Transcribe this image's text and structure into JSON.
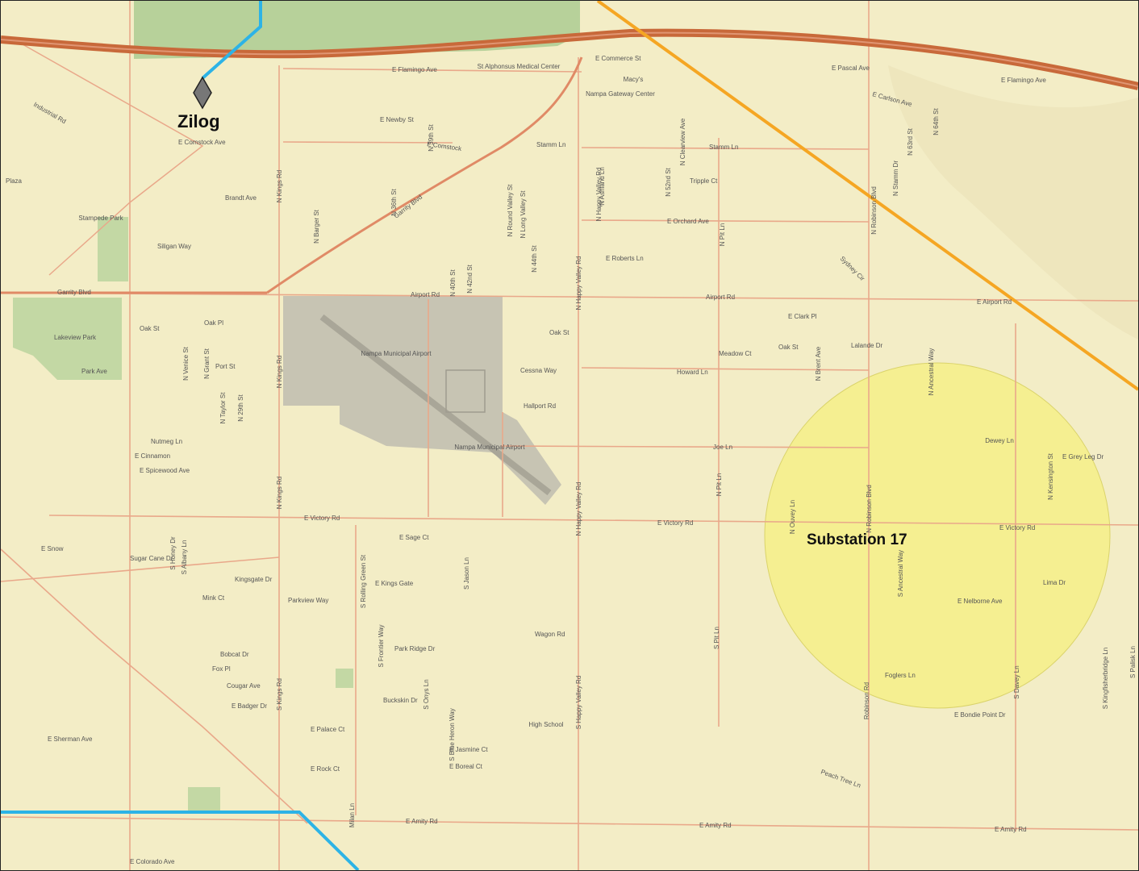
{
  "colors": {
    "background": "#f3edc6",
    "park": "#b7d19a",
    "airport": "#c7c4b3",
    "road": "#e9a88a",
    "interstate": "#c8693a",
    "orange_line": "#f5a623",
    "blue_line": "#2db3e6",
    "substation_fill": "#f5f07a",
    "marker": "#777777"
  },
  "markers": {
    "zilog": {
      "label": "Zilog",
      "icon": "diamond-marker-icon"
    },
    "substation": {
      "label": "Substation 17",
      "icon": "service-area-circle"
    }
  },
  "road_labels": [
    {
      "id": "e-flamingo-ave-w",
      "text": "E Flamingo Ave"
    },
    {
      "id": "e-flamingo-ave-e",
      "text": "E Flamingo Ave"
    },
    {
      "id": "e-commerce-st",
      "text": "E Commerce St"
    },
    {
      "id": "e-newby-st",
      "text": "E Newby St"
    },
    {
      "id": "e-comstock-ave-w",
      "text": "E Comstock Ave"
    },
    {
      "id": "e-comstock-ave-e",
      "text": "E Comstock"
    },
    {
      "id": "stamm-ln-w",
      "text": "Stamm Ln"
    },
    {
      "id": "stamm-ln-e",
      "text": "Stamm Ln"
    },
    {
      "id": "brandt-ave",
      "text": "Brandt Ave"
    },
    {
      "id": "garrity-blvd-ne",
      "text": "Garrity Blvd"
    },
    {
      "id": "garrity-blvd-w",
      "text": "Garrity Blvd"
    },
    {
      "id": "e-orchard-ave",
      "text": "E Orchard Ave"
    },
    {
      "id": "e-roberts-ln",
      "text": "E Roberts Ln"
    },
    {
      "id": "airport-rd-w",
      "text": "Airport Rd"
    },
    {
      "id": "airport-rd-c",
      "text": "Airport Rd"
    },
    {
      "id": "e-airport-rd",
      "text": "E Airport Rd"
    },
    {
      "id": "oak-st-w",
      "text": "Oak St"
    },
    {
      "id": "oak-st-c",
      "text": "Oak St"
    },
    {
      "id": "oak-st-e",
      "text": "Oak St"
    },
    {
      "id": "oak-pl",
      "text": "Oak Pl"
    },
    {
      "id": "port-st",
      "text": "Port St"
    },
    {
      "id": "cessna-way",
      "text": "Cessna Way"
    },
    {
      "id": "howard-ln",
      "text": "Howard Ln"
    },
    {
      "id": "meadow-ct",
      "text": "Meadow Ct"
    },
    {
      "id": "e-clark-pl",
      "text": "E Clark Pl"
    },
    {
      "id": "hallport-rd",
      "text": "Hallport Rd"
    },
    {
      "id": "joe-ln",
      "text": "Joe Ln"
    },
    {
      "id": "e-victory-rd-w",
      "text": "E Victory Rd"
    },
    {
      "id": "e-victory-rd-c",
      "text": "E Victory Rd"
    },
    {
      "id": "e-victory-rd-e",
      "text": "E Victory Rd"
    },
    {
      "id": "e-grey-leg-dr",
      "text": "E Grey Leg Dr"
    },
    {
      "id": "e-sage-ct",
      "text": "E Sage Ct"
    },
    {
      "id": "e-kings-gate",
      "text": "E Kings Gate"
    },
    {
      "id": "kingsgate-dr",
      "text": "Kingsgate Dr"
    },
    {
      "id": "parkview-way",
      "text": "Parkview Way"
    },
    {
      "id": "wagon-rd",
      "text": "Wagon Rd"
    },
    {
      "id": "park-ridge-dr",
      "text": "Park Ridge Dr"
    },
    {
      "id": "buckskin-dr",
      "text": "Buckskin Dr"
    },
    {
      "id": "mink-ct",
      "text": "Mink Ct"
    },
    {
      "id": "bobcat-dr",
      "text": "Bobcat Dr"
    },
    {
      "id": "fox-pl",
      "text": "Fox Pl"
    },
    {
      "id": "cougar-ave",
      "text": "Cougar Ave"
    },
    {
      "id": "e-badger-dr",
      "text": "E Badger Dr"
    },
    {
      "id": "e-palace-ct",
      "text": "E Palace Ct"
    },
    {
      "id": "e-rock-ct",
      "text": "E Rock Ct"
    },
    {
      "id": "e-jasmine-ct",
      "text": "E Jasmine Ct"
    },
    {
      "id": "e-boreal-ct",
      "text": "E Boreal Ct"
    },
    {
      "id": "e-sherman-ave",
      "text": "E Sherman Ave"
    },
    {
      "id": "e-amity-rd-w",
      "text": "E Amity Rd"
    },
    {
      "id": "e-amity-rd-c",
      "text": "E Amity Rd"
    },
    {
      "id": "e-amity-rd-e",
      "text": "E Amity Rd"
    },
    {
      "id": "e-colorado-ave",
      "text": "E Colorado Ave"
    },
    {
      "id": "e-nelborne-ave",
      "text": "E Nelborne Ave"
    },
    {
      "id": "lima-dr",
      "text": "Lima Dr"
    },
    {
      "id": "foglers-ln",
      "text": "Foglers Ln"
    },
    {
      "id": "e-bondie-point-dr",
      "text": "E Bondie Point Dr"
    },
    {
      "id": "peach-tree-ln",
      "text": "Peach Tree Ln"
    },
    {
      "id": "industrial-rd",
      "text": "Industrial Rd"
    },
    {
      "id": "siligan-way",
      "text": "Siligan Way"
    },
    {
      "id": "e-cinnamon",
      "text": "E Cinnamon"
    },
    {
      "id": "nutmeg-ln",
      "text": "Nutmeg Ln"
    },
    {
      "id": "e-spicewood-ave",
      "text": "E Spicewood Ave"
    },
    {
      "id": "sugar-cane-dr",
      "text": "Sugar Cane Dr"
    },
    {
      "id": "park-ave",
      "text": "Park Ave"
    },
    {
      "id": "e-pascal-ave",
      "text": "E Pascal Ave"
    },
    {
      "id": "e-carlson-ave",
      "text": "E Carlson Ave"
    },
    {
      "id": "e-snow-ln",
      "text": "E Snow"
    },
    {
      "id": "sydney-cir",
      "text": "Sydney Cir"
    },
    {
      "id": "trapper-ct",
      "text": "Tripple Ct"
    },
    {
      "id": "lalande-dr",
      "text": "Lalande Dr"
    }
  ],
  "vertical_labels": [
    {
      "id": "n-kings-rd-top",
      "text": "N Kings Rd"
    },
    {
      "id": "n-kings-rd-mid",
      "text": "N Kings Rd"
    },
    {
      "id": "n-kings-rd-low",
      "text": "N Kings Rd"
    },
    {
      "id": "s-kings-rd",
      "text": "S Kings Rd"
    },
    {
      "id": "n-happy-valley-rd-a",
      "text": "N Happy Valley Rd"
    },
    {
      "id": "n-happy-valley-rd-b",
      "text": "N Happy Valley Rd"
    },
    {
      "id": "n-happy-valley-rd-c",
      "text": "N Happy Valley Rd"
    },
    {
      "id": "s-happy-valley-rd",
      "text": "S Happy Valley Rd"
    },
    {
      "id": "n-robinson-blvd-a",
      "text": "N Robinson Blvd"
    },
    {
      "id": "n-robinson-blvd-b",
      "text": "N Robinson Blvd"
    },
    {
      "id": "robinson-rd",
      "text": "Robinson Rd"
    },
    {
      "id": "n-pit-ln-a",
      "text": "N Pit Ln"
    },
    {
      "id": "n-pit-ln-b",
      "text": "N Pit Ln"
    },
    {
      "id": "s-pit-ln",
      "text": "S Pit Ln"
    },
    {
      "id": "n-ashland-ln",
      "text": "N Ashland Ln"
    },
    {
      "id": "n-52nd-st",
      "text": "N 52nd St"
    },
    {
      "id": "n-clearview-ave",
      "text": "N Clearview Ave"
    },
    {
      "id": "n-40th-st",
      "text": "N 40th St"
    },
    {
      "id": "n-42nd-st",
      "text": "N 42nd St"
    },
    {
      "id": "n-44th-st",
      "text": "N 44th St"
    },
    {
      "id": "n-39th-st",
      "text": "N 39th St"
    },
    {
      "id": "n-36th-st",
      "text": "N 36th St"
    },
    {
      "id": "n-barger-st",
      "text": "N Barger St"
    },
    {
      "id": "s-rolling-green-st",
      "text": "S Rolling Green St"
    },
    {
      "id": "s-jason-ln",
      "text": "S Jason Ln"
    },
    {
      "id": "s-frontier-way",
      "text": "S Frontier Way"
    },
    {
      "id": "s-blue-heron-way",
      "text": "S Blue Heron Way"
    },
    {
      "id": "s-onys-ln",
      "text": "S Onys Ln"
    },
    {
      "id": "milan-ln",
      "text": "Milan Ln"
    },
    {
      "id": "s-davey-ln",
      "text": "S Davey Ln"
    },
    {
      "id": "s-palisk-ln",
      "text": "S Palisk Ln"
    },
    {
      "id": "n-round-valley-st",
      "text": "N Round Valley St"
    },
    {
      "id": "n-long-valley-st",
      "text": "N Long Valley St"
    },
    {
      "id": "n-ancestral-way",
      "text": "N Ancestral Way"
    },
    {
      "id": "n-brent-ave",
      "text": "N Brent Ave"
    },
    {
      "id": "n-taylor-st",
      "text": "N Taylor St"
    },
    {
      "id": "n-29th-st",
      "text": "N 29th St"
    },
    {
      "id": "n-venice-st",
      "text": "N Venice St"
    },
    {
      "id": "n-grant-st",
      "text": "N Grant St"
    },
    {
      "id": "s-honey-dr",
      "text": "S Honey Dr"
    },
    {
      "id": "s-albany-ln",
      "text": "S Albany Ln"
    },
    {
      "id": "s-kingfisher-ln",
      "text": "S Kingfisherbridge Ln"
    },
    {
      "id": "n-ouvey-ln",
      "text": "N Ouvey Ln"
    },
    {
      "id": "s-ancestral-way",
      "text": "S Ancestral Way"
    },
    {
      "id": "n-stamm-dr",
      "text": "N Stamm Dr"
    },
    {
      "id": "n-63rd-st",
      "text": "N 63rd St"
    },
    {
      "id": "n-64th-st",
      "text": "N 64th St"
    },
    {
      "id": "n-kensington-st",
      "text": "N Kensington St"
    }
  ],
  "place_labels": [
    {
      "id": "nampa-municipal-airport-a",
      "text": "Nampa Municipal Airport"
    },
    {
      "id": "nampa-municipal-airport-b",
      "text": "Nampa Municipal Airport"
    },
    {
      "id": "st-alphonsus",
      "text": "St Alphonsus Medical Center"
    },
    {
      "id": "nampa-gateway-center",
      "text": "Nampa Gateway Center"
    },
    {
      "id": "stampede-park",
      "text": "Stampede Park"
    },
    {
      "id": "lakeview-park",
      "text": "Lakeview Park"
    },
    {
      "id": "high-school",
      "text": "High School"
    },
    {
      "id": "plaza",
      "text": "Plaza"
    },
    {
      "id": "macys",
      "text": "Macy's"
    },
    {
      "id": "dewey-ln",
      "text": "Dewey Ln"
    }
  ]
}
